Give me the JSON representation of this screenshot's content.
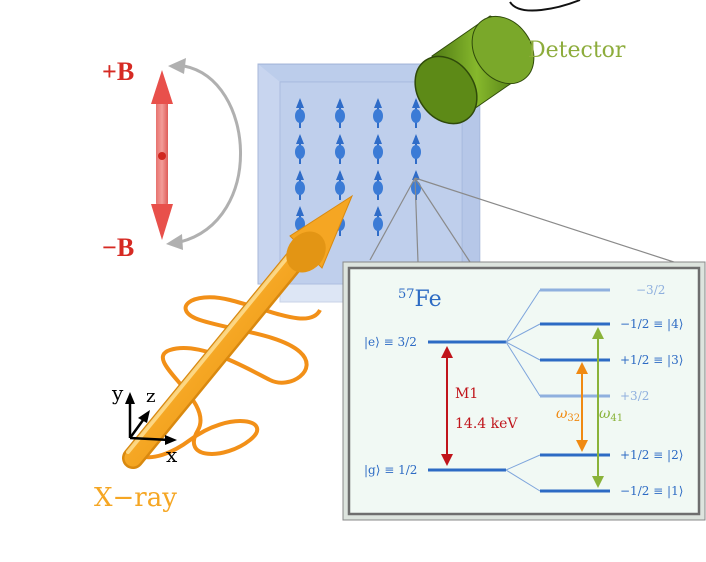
{
  "field": {
    "plus_label": "+B",
    "minus_label": "−B",
    "color": "#d62a23"
  },
  "detector": {
    "label": "Detector",
    "label_color": "#8dac3c",
    "body_color": "#6f9a1e"
  },
  "beam": {
    "label": "X−ray",
    "color": "#f5a623"
  },
  "axes": {
    "x": "x",
    "y": "y",
    "z": "z"
  },
  "energy_diagram": {
    "isotope_mass": "57",
    "isotope_symbol": "Fe",
    "excited_state": "|e⟩ ≡ 3/2",
    "ground_state": "|g⟩ ≡ 1/2",
    "transition_type": "M1",
    "transition_energy": "14.4 keV",
    "excited_sublevels": [
      "−3/2",
      "−1/2 ≡ |4⟩",
      "+1/2 ≡ |3⟩",
      "+3/2"
    ],
    "ground_sublevels": [
      "+1/2 ≡ |2⟩",
      "−1/2 ≡ |1⟩"
    ],
    "omega32": {
      "symbol": "ω",
      "sub": "32",
      "color": "#f08a12"
    },
    "omega41": {
      "symbol": "ω",
      "sub": "41",
      "color": "#8ab33a"
    },
    "m1_color": "#c0151b",
    "level_color": "#2d6bc4",
    "faint_level_color": "#8fb0de"
  }
}
